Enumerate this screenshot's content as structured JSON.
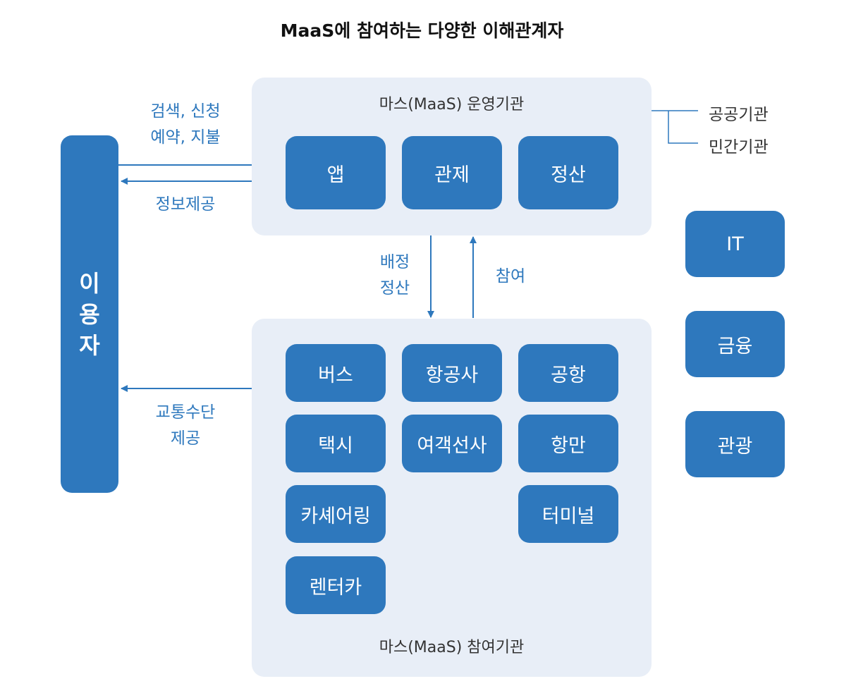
{
  "title": "MaaS에 참여하는 다양한 이해관계자",
  "user": [
    "이",
    "용",
    "자"
  ],
  "operator_panel": {
    "label": "마스(MaaS) 운영기관",
    "boxes": [
      "앱",
      "관제",
      "정산"
    ]
  },
  "participant_panel": {
    "label": "마스(MaaS) 참여기관",
    "boxes": [
      "버스",
      "항공사",
      "공항",
      "택시",
      "여객선사",
      "항만",
      "카셰어링",
      "터미널",
      "렌터카"
    ]
  },
  "operator_types": [
    "공공기관",
    "민간기관"
  ],
  "side_boxes": [
    "IT",
    "금융",
    "관광"
  ],
  "arrow_labels": {
    "search_line1": "검색, 신청",
    "search_line2": "예약, 지불",
    "info": "정보제공",
    "dispatch_line1": "배정",
    "dispatch_line2": "정산",
    "participate": "참여",
    "transport_line1": "교통수단",
    "transport_line2": "제공"
  },
  "colors": {
    "box": "#2e78bd",
    "panel": "#e8eef7",
    "text_accent": "#2e78bd"
  }
}
